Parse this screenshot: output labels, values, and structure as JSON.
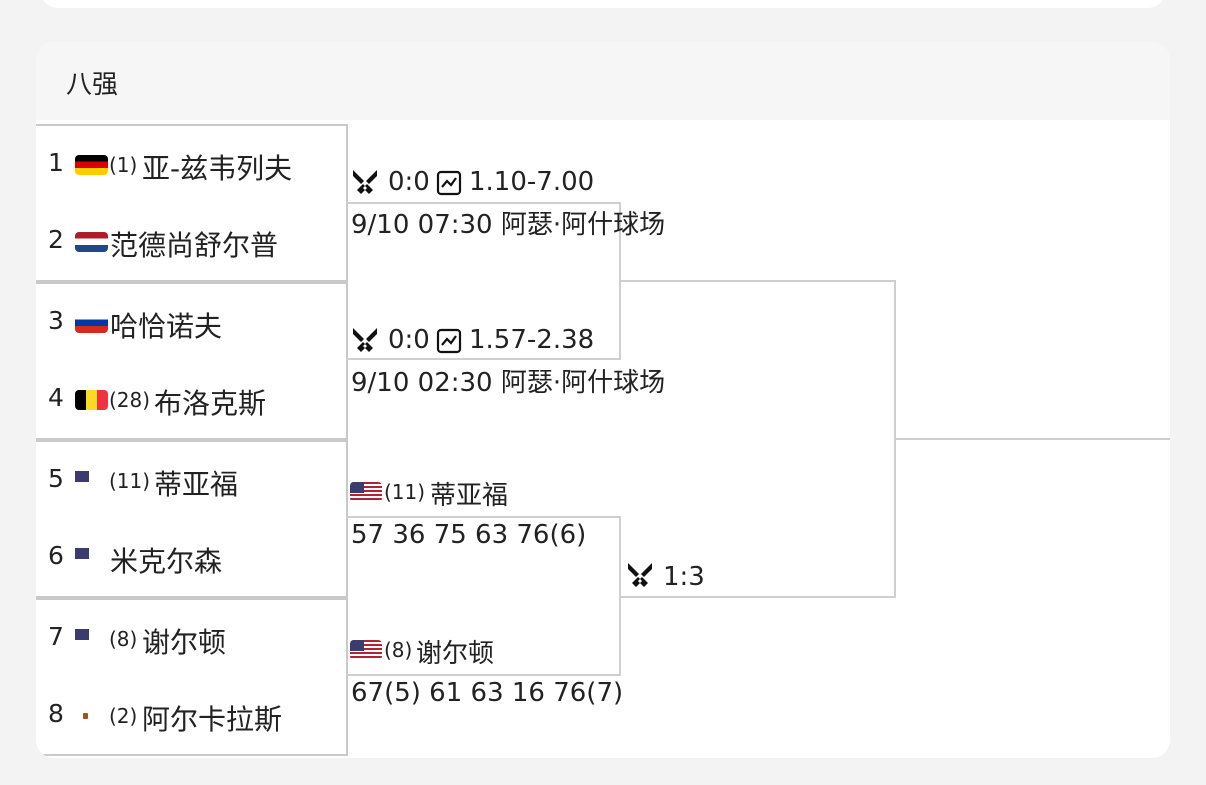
{
  "card": {
    "title": "八强"
  },
  "players": [
    {
      "num": "1",
      "flag": "germany-flag",
      "seed": "(1)",
      "name": "亚-兹韦列夫"
    },
    {
      "num": "2",
      "flag": "netherlands-flag",
      "seed": "",
      "name": "范德尚舒尔普"
    },
    {
      "num": "3",
      "flag": "russia-flag",
      "seed": "",
      "name": "哈恰诺夫"
    },
    {
      "num": "4",
      "flag": "belgium-flag",
      "seed": "(28)",
      "name": "布洛克斯"
    },
    {
      "num": "5",
      "flag": "usa-flag",
      "seed": "(11)",
      "name": "蒂亚福"
    },
    {
      "num": "6",
      "flag": "usa-flag",
      "seed": "",
      "name": "米克尔森"
    },
    {
      "num": "7",
      "flag": "usa-flag",
      "seed": "(8)",
      "name": "谢尔顿"
    },
    {
      "num": "8",
      "flag": "spain-flag",
      "seed": "(2)",
      "name": "阿尔卡拉斯"
    }
  ],
  "matches": [
    {
      "score": "0:0",
      "odds": "1.10-7.00",
      "schedule": "9/10 07:30 阿瑟·阿什球场"
    },
    {
      "score": "0:0",
      "odds": "1.57-2.38",
      "schedule": "9/10 02:30 阿瑟·阿什球场"
    },
    {
      "top_seed": "(11)",
      "top_name": "蒂亚福",
      "top_sets": "57 36 75 63 76(6)",
      "bottom_seed": "(8)",
      "bottom_name": "谢尔顿",
      "bottom_sets": "67(5) 61 63 16 76(7)"
    }
  ],
  "semi": {
    "score": "1:3"
  },
  "colors": {
    "score_blue": "#1a6fd1",
    "line_gray": "#cfcfcf",
    "header_bg": "#f6f6f6"
  }
}
